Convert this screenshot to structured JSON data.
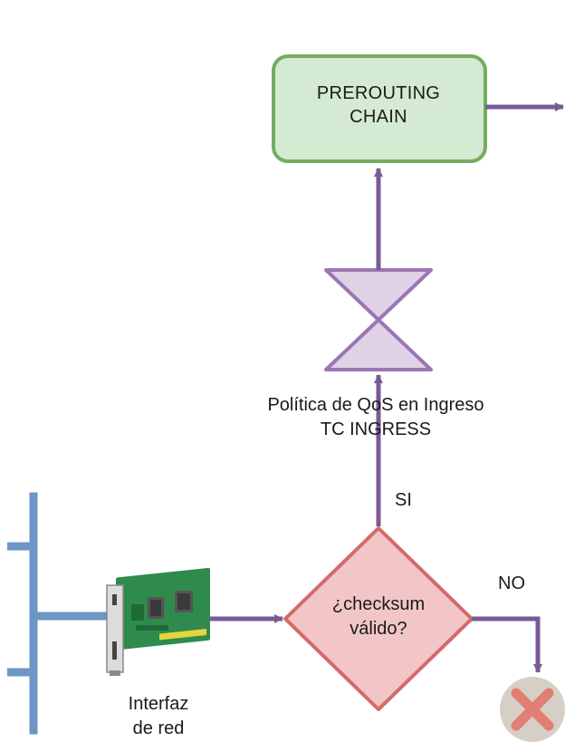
{
  "nodes": {
    "prerouting": {
      "line1": "PREROUTING",
      "line2": "CHAIN"
    },
    "qos": {
      "line1": "Política de QoS en Ingreso",
      "line2": "TC INGRESS"
    },
    "checksum": {
      "line1": "¿checksum",
      "line2": "válido?"
    },
    "nic": {
      "line1": "Interfaz",
      "line2": "de red"
    }
  },
  "edges": {
    "yes_label": "SI",
    "no_label": "NO"
  },
  "colors": {
    "arrow": "#7a5a95",
    "prerouting_fill": "#d5ead2",
    "prerouting_stroke": "#74ad5d",
    "qos_fill": "#dfd2e6",
    "qos_stroke": "#9b76b4",
    "decision_fill": "#f2c6c6",
    "decision_stroke": "#d46a6a",
    "bus": "#6d95c6",
    "drop_fill": "#d6cfc5",
    "drop_x": "#e07f72",
    "nic_board": "#2e8b4d"
  },
  "icons": {
    "drop": "x-circle-icon",
    "nic": "network-card-icon"
  }
}
